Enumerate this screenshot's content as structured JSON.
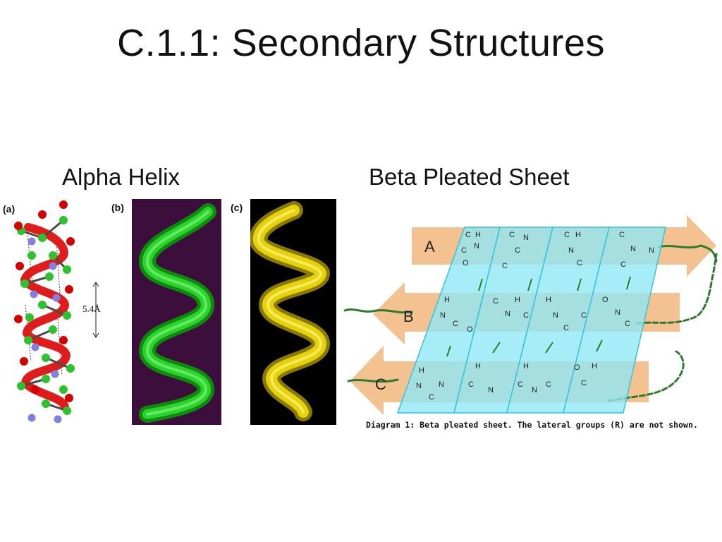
{
  "slide": {
    "title": "C.1.1: Secondary Structures"
  },
  "alpha_helix": {
    "heading": "Alpha Helix",
    "panel_labels": [
      "(a)",
      "(b)",
      "(c)"
    ],
    "pitch_label": "5.4Å",
    "colors": {
      "ribbon": "#e01b1b",
      "atom_green": "#2ec22e",
      "atom_red": "#d40000",
      "atom_blue": "#8080e0",
      "tube_green": "#1fc21f",
      "panel_b_bg": "#3b0e3c",
      "tube_yellow": "#e3d20c",
      "panel_c_bg": "#000000"
    }
  },
  "beta_sheet": {
    "heading": "Beta Pleated Sheet",
    "strands": [
      "A",
      "B",
      "C"
    ],
    "caption": "Diagram 1: Beta pleated sheet. The lateral groups (R) are not shown.",
    "colors": {
      "arrow": "#f4c190",
      "sheet": "#8ee8f5",
      "sheet_edge": "#35c2dc",
      "coil": "#2f7a2f"
    }
  }
}
